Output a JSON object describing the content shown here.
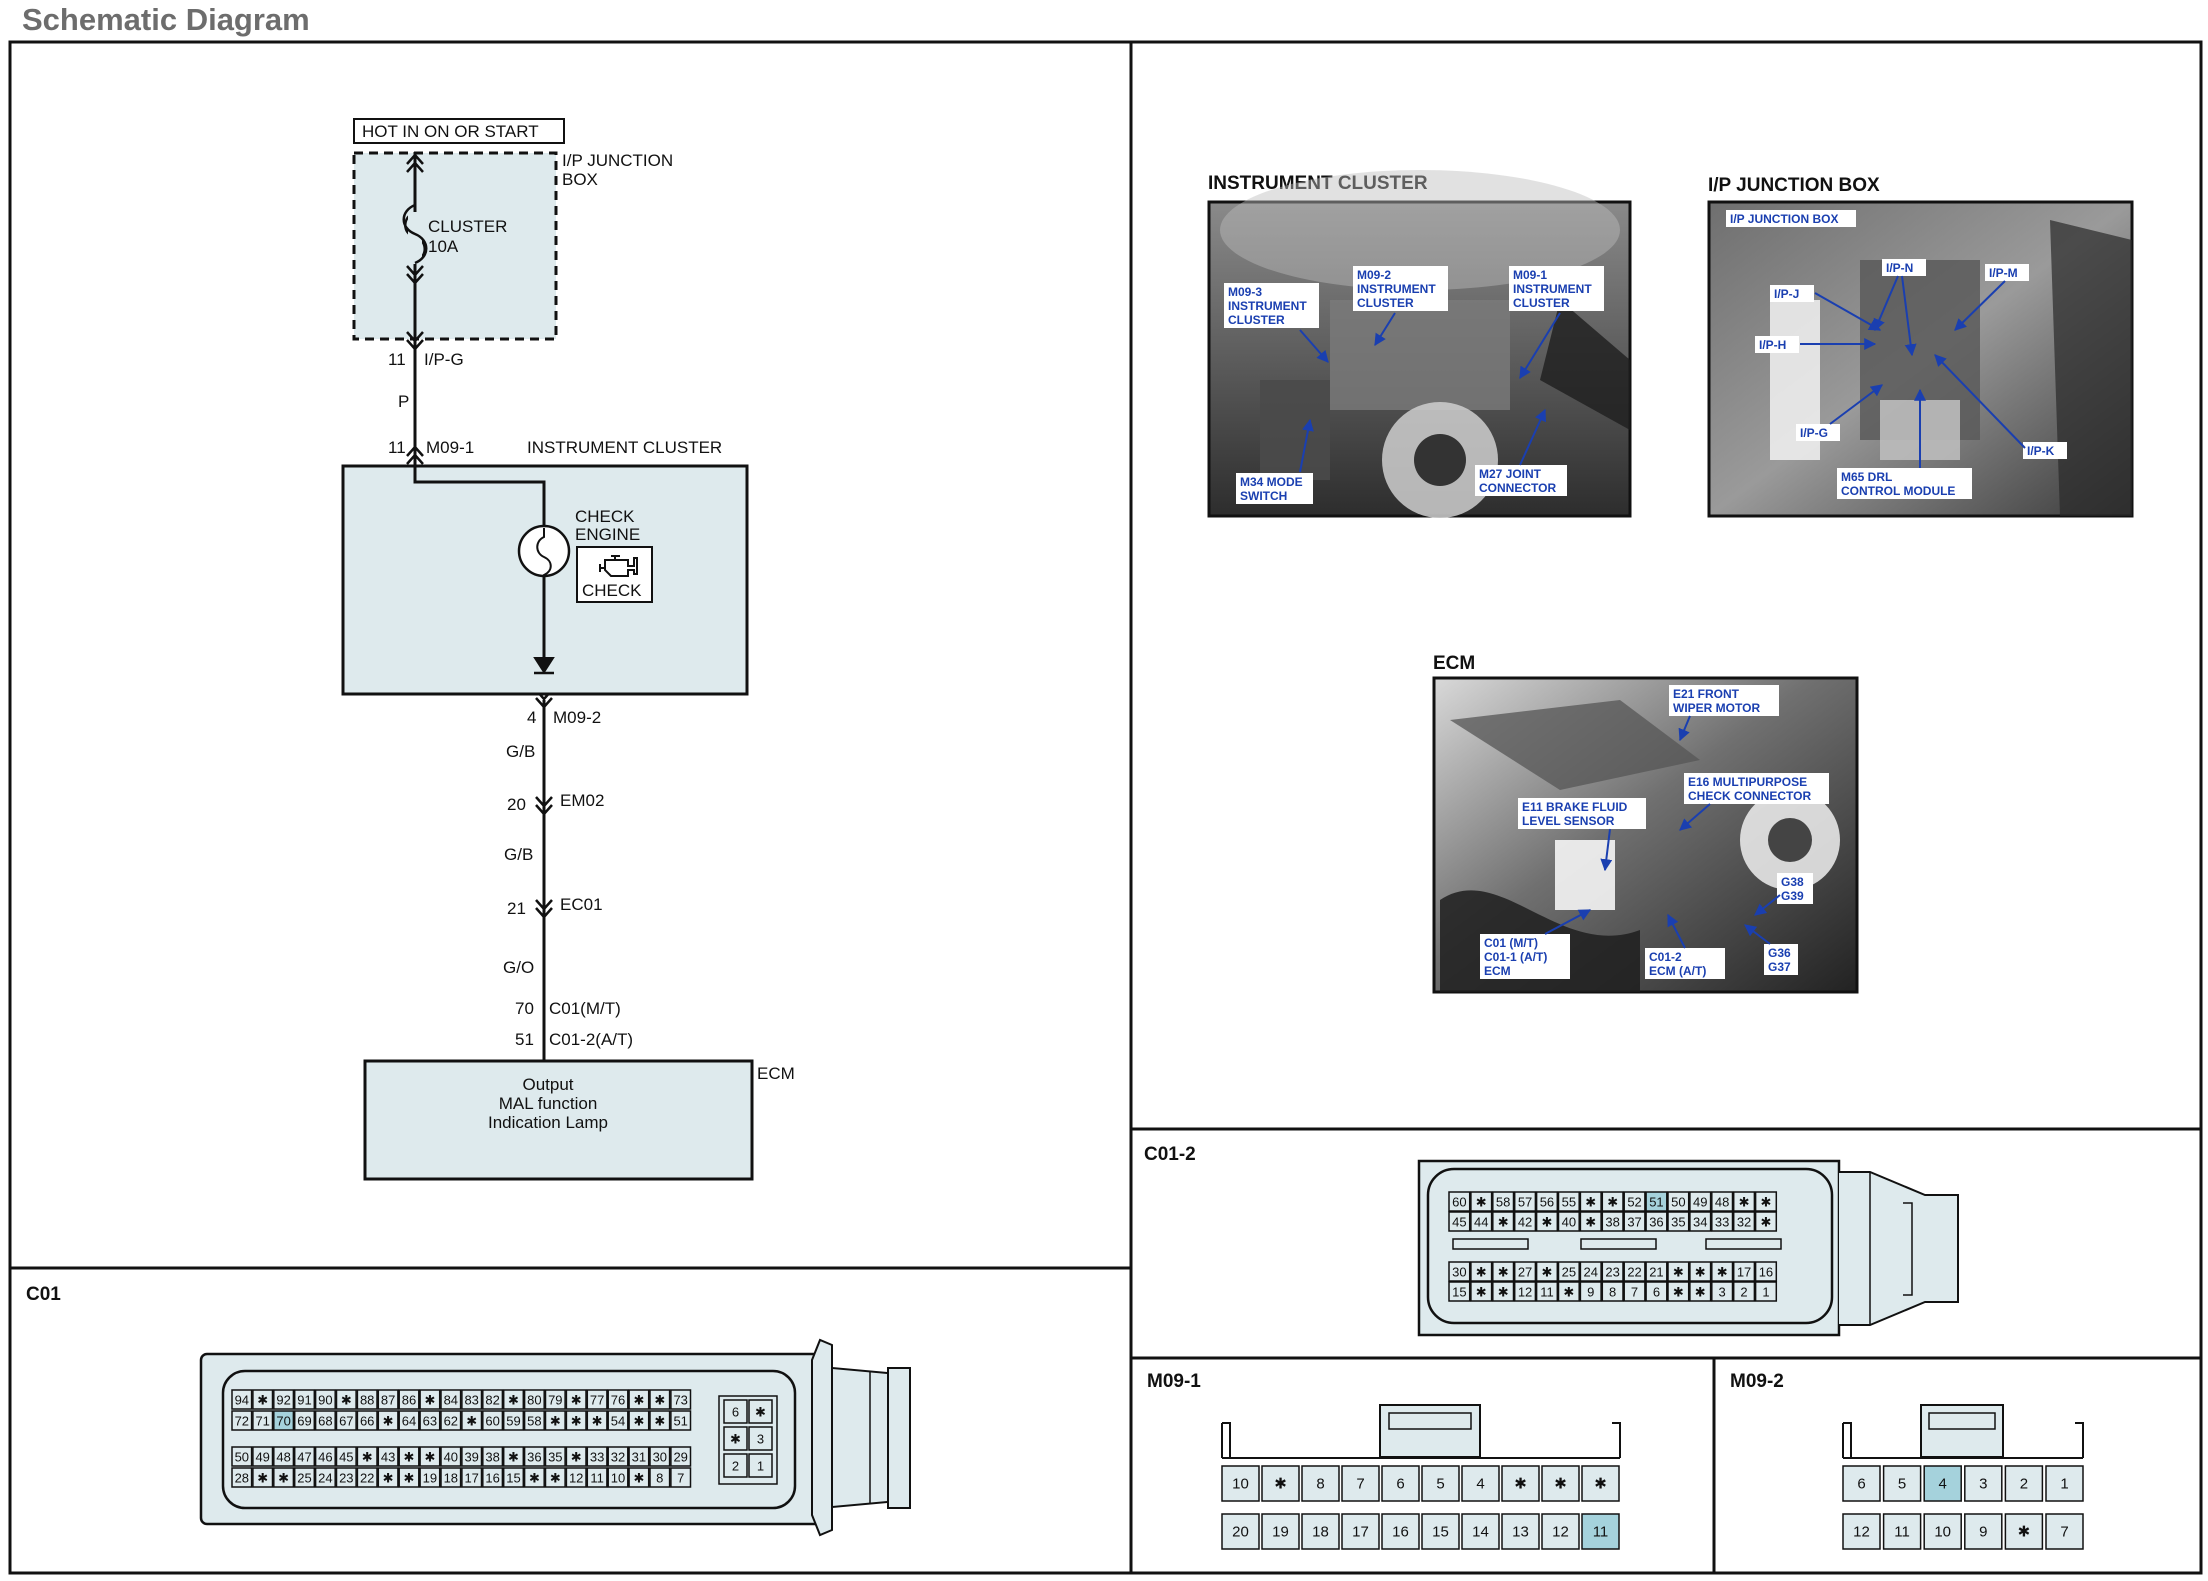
{
  "header": {
    "title": "Schematic Diagram"
  },
  "schematic": {
    "power_label": "HOT IN   ON OR START",
    "junction_box_label": [
      "I/P JUNCTION",
      "BOX"
    ],
    "fuse": {
      "name": "CLUSTER",
      "rating": "10A"
    },
    "wires": [
      {
        "pin": "11",
        "connector": "I/P-G"
      },
      {
        "color": "P"
      },
      {
        "pin": "11",
        "connector": "M09-1"
      },
      {
        "pin": "4",
        "connector": "M09-2"
      },
      {
        "color": "G/B"
      },
      {
        "pin": "20",
        "connector": "EM02"
      },
      {
        "color": "G/B"
      },
      {
        "pin": "21",
        "connector": "EC01"
      },
      {
        "color": "G/O"
      },
      {
        "pin": "70",
        "connector": "C01(M/T)"
      },
      {
        "pin": "51",
        "connector": "C01-2(A/T)"
      }
    ],
    "instrument_cluster_label": "INSTRUMENT CLUSTER",
    "check_engine_label": [
      "CHECK",
      "ENGINE"
    ],
    "check_icon_label": "CHECK",
    "ecm_label": "ECM",
    "ecm_box_text": [
      "Output",
      "MAL function",
      "Indication Lamp"
    ]
  },
  "photos": [
    {
      "title": "INSTRUMENT CLUSTER",
      "callouts": [
        {
          "lines": [
            "M09-3",
            "INSTRUMENT",
            "CLUSTER"
          ]
        },
        {
          "lines": [
            "M09-2",
            "INSTRUMENT",
            "CLUSTER"
          ]
        },
        {
          "lines": [
            "M09-1",
            "INSTRUMENT",
            "CLUSTER"
          ]
        },
        {
          "lines": [
            "M34 MODE",
            "SWITCH"
          ]
        },
        {
          "lines": [
            "M27 JOINT",
            "CONNECTOR"
          ]
        }
      ]
    },
    {
      "title": "I/P JUNCTION BOX",
      "callouts": [
        {
          "lines": [
            "I/P JUNCTION BOX"
          ]
        },
        {
          "lines": [
            "I/P-N"
          ]
        },
        {
          "lines": [
            "I/P-M"
          ]
        },
        {
          "lines": [
            "I/P-J"
          ]
        },
        {
          "lines": [
            "I/P-H"
          ]
        },
        {
          "lines": [
            "I/P-G"
          ]
        },
        {
          "lines": [
            "I/P-K"
          ]
        },
        {
          "lines": [
            "M65 DRL",
            "CONTROL MODULE"
          ]
        }
      ]
    },
    {
      "title": "ECM",
      "callouts": [
        {
          "lines": [
            "E21 FRONT",
            "WIPER MOTOR"
          ]
        },
        {
          "lines": [
            "E16 MULTIPURPOSE",
            "CHECK CONNECTOR"
          ]
        },
        {
          "lines": [
            "E11 BRAKE FLUID",
            "LEVEL SENSOR"
          ]
        },
        {
          "lines": [
            "G38",
            "G39"
          ]
        },
        {
          "lines": [
            "C01 (M/T)",
            "C01-1 (A/T)",
            "ECM"
          ]
        },
        {
          "lines": [
            "C01-2",
            "ECM (A/T)"
          ]
        },
        {
          "lines": [
            "G36",
            "G37"
          ]
        }
      ]
    }
  ],
  "connectors": {
    "C01": {
      "title": "C01",
      "highlight": "70",
      "rows": [
        [
          "94",
          "*",
          "92",
          "91",
          "90",
          "*",
          "88",
          "87",
          "86",
          "*",
          "84",
          "83",
          "82",
          "*",
          "80",
          "79",
          "*",
          "77",
          "76",
          "*",
          "*",
          "73"
        ],
        [
          "72",
          "71",
          "70",
          "69",
          "68",
          "67",
          "66",
          "*",
          "64",
          "63",
          "62",
          "*",
          "60",
          "59",
          "58",
          "*",
          "*",
          "*",
          "54",
          "*",
          "*",
          "51"
        ],
        [
          "50",
          "49",
          "48",
          "47",
          "46",
          "45",
          "*",
          "43",
          "*",
          "*",
          "40",
          "39",
          "38",
          "*",
          "36",
          "35",
          "*",
          "33",
          "32",
          "31",
          "30",
          "29"
        ],
        [
          "28",
          "*",
          "*",
          "25",
          "24",
          "23",
          "22",
          "*",
          "*",
          "19",
          "18",
          "17",
          "16",
          "15",
          "*",
          "*",
          "12",
          "11",
          "10",
          "*",
          "8",
          "7"
        ]
      ],
      "side": [
        [
          "6",
          "*"
        ],
        [
          "*",
          "3"
        ],
        [
          "2",
          "1"
        ]
      ]
    },
    "C01_2": {
      "title": "C01-2",
      "highlight": "51",
      "rows": [
        [
          "60",
          "*",
          "58",
          "57",
          "56",
          "55",
          "*",
          "*",
          "52",
          "51",
          "50",
          "49",
          "48",
          "*",
          "*"
        ],
        [
          "45",
          "44",
          "*",
          "42",
          "*",
          "40",
          "*",
          "38",
          "37",
          "36",
          "35",
          "34",
          "33",
          "32",
          "*"
        ],
        [
          "30",
          "*",
          "*",
          "27",
          "*",
          "25",
          "24",
          "23",
          "22",
          "21",
          "*",
          "*",
          "*",
          "17",
          "16"
        ],
        [
          "15",
          "*",
          "*",
          "12",
          "11",
          "*",
          "9",
          "8",
          "7",
          "6",
          "*",
          "*",
          "3",
          "2",
          "1"
        ]
      ]
    },
    "M09_1": {
      "title": "M09-1",
      "highlight": "11",
      "rows": [
        [
          "10",
          "*",
          "8",
          "7",
          "6",
          "5",
          "4",
          "*",
          "*",
          "*"
        ],
        [
          "20",
          "19",
          "18",
          "17",
          "16",
          "15",
          "14",
          "13",
          "12",
          "11"
        ]
      ]
    },
    "M09_2": {
      "title": "M09-2",
      "highlight": "4",
      "rows": [
        [
          "6",
          "5",
          "4",
          "3",
          "2",
          "1"
        ],
        [
          "12",
          "11",
          "10",
          "9",
          "*",
          "7"
        ]
      ]
    }
  },
  "colors": {
    "box_fill": "#deeaed",
    "highlight": "#a5d2dc",
    "callout_text": "#1a3fb0",
    "photo_dark": "#2b2b2b"
  }
}
